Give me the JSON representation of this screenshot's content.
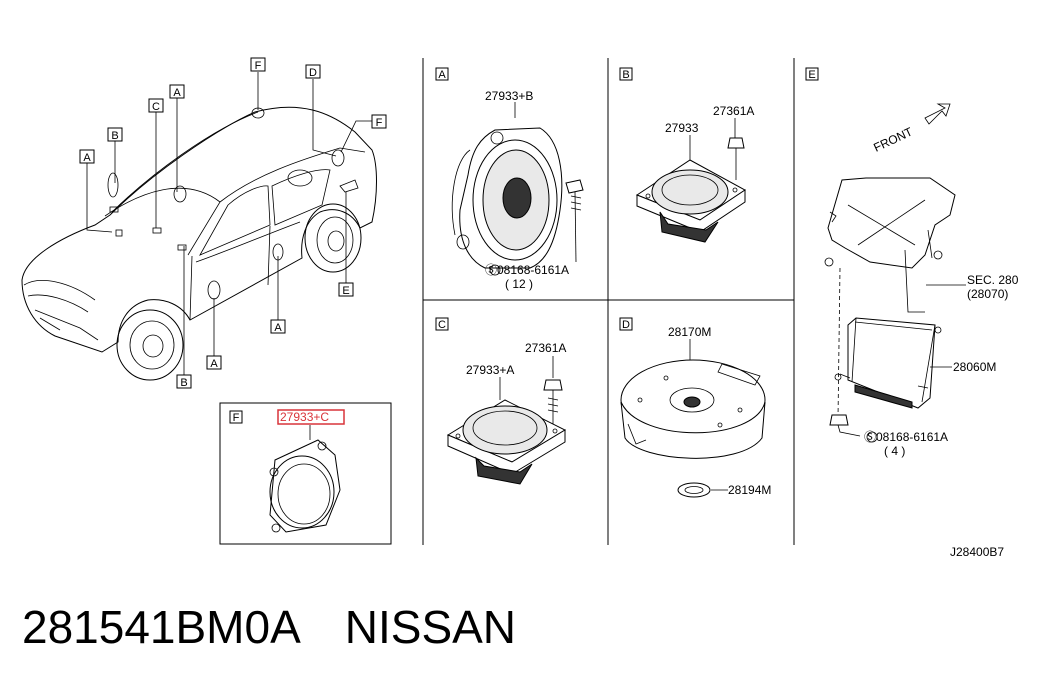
{
  "diagram_code": "J28400B7",
  "footer": {
    "part_number": "281541BM0A",
    "brand": "NISSAN"
  },
  "car_callouts": [
    "A",
    "B",
    "C",
    "A",
    "F",
    "D",
    "F",
    "E",
    "A",
    "A",
    "B"
  ],
  "panels": {
    "A": {
      "letter": "A",
      "part": "27933+B",
      "bolt": "Ⓢ08168-6161A",
      "qty": "( 12 )"
    },
    "B": {
      "letter": "B",
      "part": "27933",
      "screw": "27361A"
    },
    "C": {
      "letter": "C",
      "part": "27933+A",
      "screw": "27361A"
    },
    "D": {
      "letter": "D",
      "part": "28170M",
      "ring": "28194M"
    },
    "E": {
      "letter": "E",
      "front": "FRONT",
      "sec": "SEC. 280",
      "sec_ref": "(28070)",
      "unit": "28060M",
      "bolt": "Ⓢ08168-6161A",
      "qty": "( 4 )"
    },
    "F": {
      "letter": "F",
      "part": "27933+C"
    }
  },
  "colors": {
    "highlight": "#d9343a",
    "ink": "#000000"
  }
}
